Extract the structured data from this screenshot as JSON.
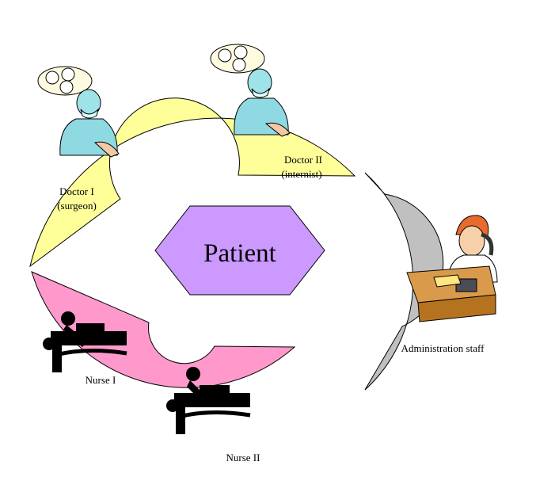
{
  "center": {
    "label": "Patient",
    "color": "#CC99FF"
  },
  "segments": [
    {
      "id": "doctors",
      "color": "#FFFF99",
      "labels": [
        {
          "line1": "Doctor I",
          "line2": "(surgeon)"
        },
        {
          "line1": "Doctor II",
          "line2": "(internist)"
        }
      ],
      "icons": [
        "surgeon-clipart-icon",
        "internist-clipart-icon"
      ]
    },
    {
      "id": "admin",
      "color": "#C0C0C0",
      "labels": [
        {
          "line1": "Administration staff"
        }
      ],
      "icons": [
        "receptionist-phone-clipart-icon"
      ]
    },
    {
      "id": "nurses",
      "color": "#FF99CC",
      "labels": [
        {
          "line1": "Nurse I"
        },
        {
          "line1": "Nurse II"
        }
      ],
      "icons": [
        "nurse-cpr-clipart-icon",
        "nurse-cpr-clipart-icon"
      ]
    }
  ]
}
